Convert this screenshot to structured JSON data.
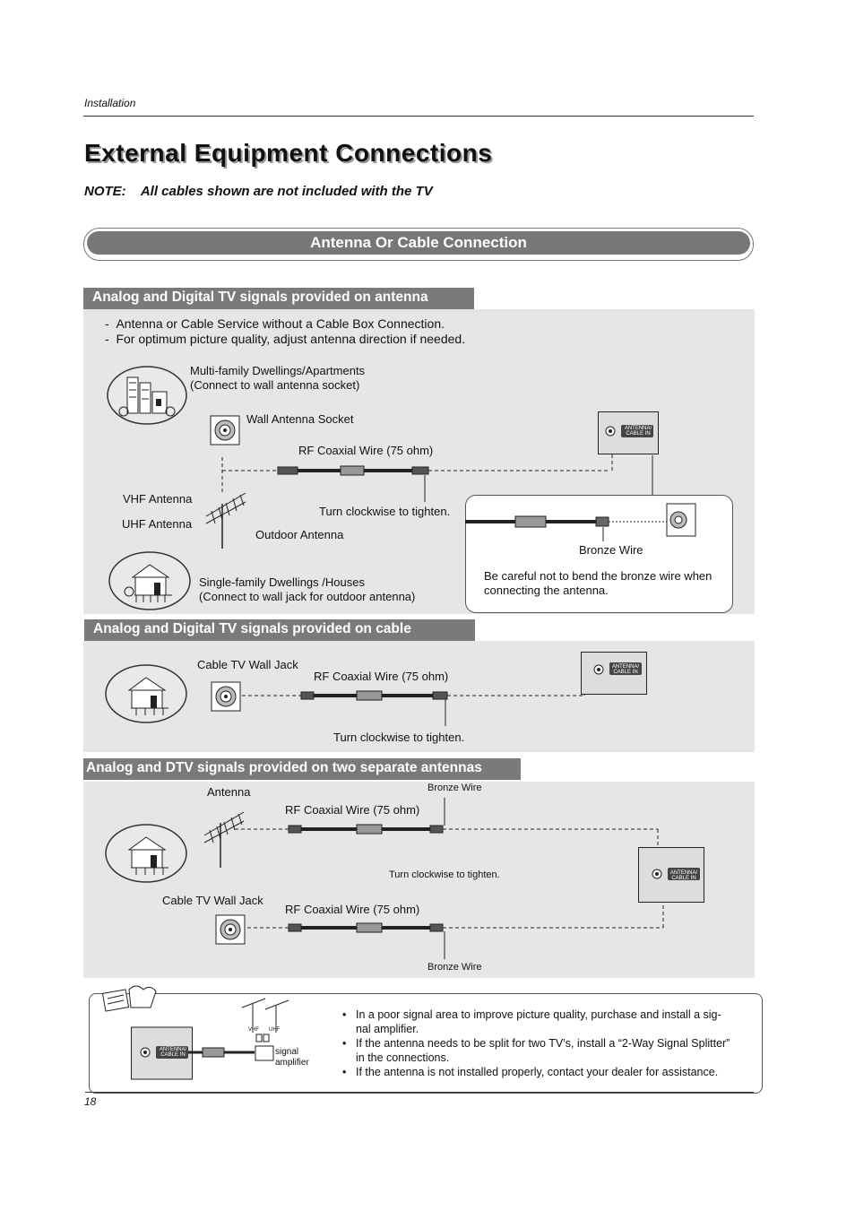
{
  "header": {
    "section": "Installation"
  },
  "title": "External Equipment Connections",
  "note": {
    "label": "NOTE:",
    "text": "All cables shown are not included with the TV"
  },
  "banner": "Antenna Or Cable Connection",
  "section1": {
    "header": "Analog and Digital TV signals provided on antenna",
    "bullets": [
      "Antenna or Cable Service without a Cable Box Connection.",
      "For optimum picture quality, adjust antenna direction if needed."
    ],
    "multi_line1": "Multi-family Dwellings/Apartments",
    "multi_line2": "(Connect to wall antenna socket)",
    "wall_socket": "Wall Antenna Socket",
    "rf_wire": "RF Coaxial Wire (75 ohm)",
    "vhf": "VHF Antenna",
    "uhf": "UHF Antenna",
    "turn": "Turn clockwise to tighten.",
    "outdoor": "Outdoor Antenna",
    "single_line1": "Single-family Dwellings /Houses",
    "single_line2": "(Connect to wall jack for outdoor antenna)",
    "bronze": "Bronze Wire",
    "careful_line1": "Be careful not to bend the bronze wire when",
    "careful_line2": "connecting the antenna."
  },
  "section2": {
    "header": "Analog and Digital TV signals provided on cable",
    "wall_jack": "Cable TV Wall Jack",
    "rf_wire": "RF Coaxial Wire (75 ohm)",
    "turn": "Turn clockwise to tighten."
  },
  "section3": {
    "header": "Analog and DTV signals provided on two separate antennas",
    "antenna": "Antenna",
    "bronze_top": "Bronze Wire",
    "rf_wire_top": "RF Coaxial Wire (75 ohm)",
    "turn": "Turn clockwise to tighten.",
    "wall_jack": "Cable TV Wall Jack",
    "rf_wire_bottom": "RF Coaxial Wire (75 ohm)",
    "bronze_bottom": "Bronze Wire"
  },
  "jack": {
    "line1": "ANTENNA/",
    "line2": "CABLE IN"
  },
  "tips": {
    "vhf": "VHF",
    "uhf": "UHF",
    "amp_line1": "signal",
    "amp_line2": "amplifier",
    "items": [
      {
        "line1": "In a poor signal area to improve picture quality, purchase and install a sig-",
        "line2": "nal amplifier."
      },
      {
        "line1": "If the antenna needs to be split for two TV’s, install a “2-Way Signal Splitter”",
        "line2": "in the connections."
      },
      {
        "line1": "If the antenna is not installed properly, contact your dealer for assistance.",
        "line2": ""
      }
    ]
  },
  "footer": {
    "page_number": "18"
  }
}
